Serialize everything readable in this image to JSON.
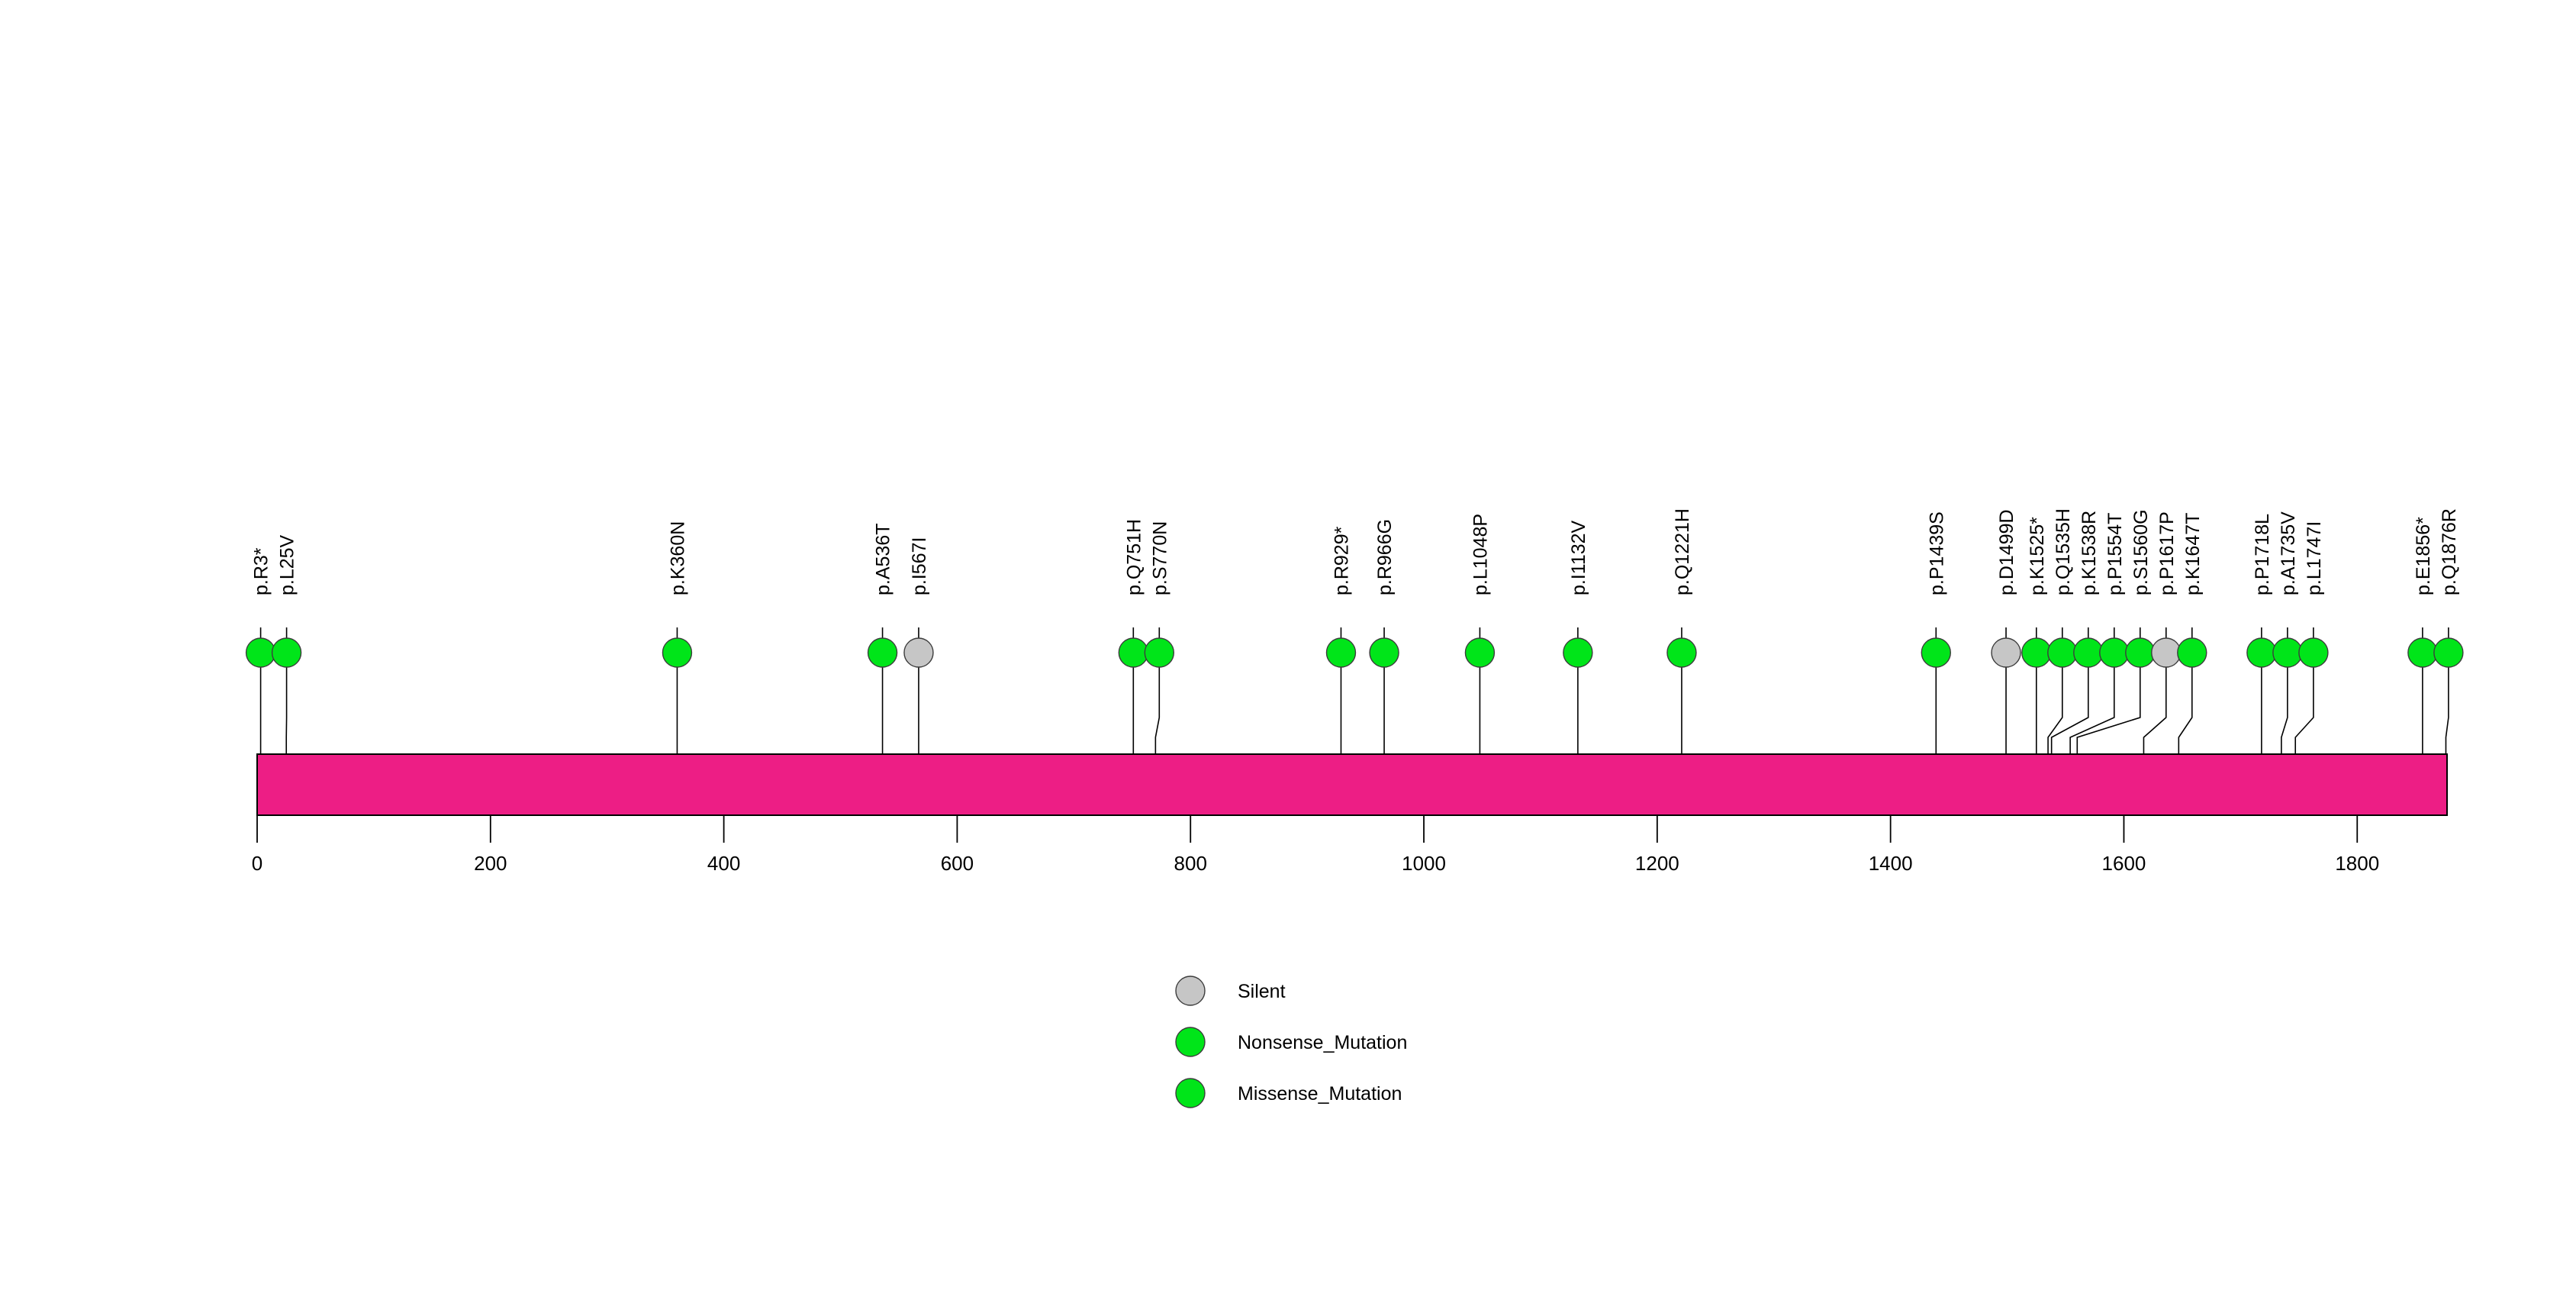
{
  "chart_data": {
    "type": "lollipop",
    "title": "",
    "xlabel": "",
    "ylabel": "",
    "xlim": [
      0,
      1877
    ],
    "grid": false,
    "protein_bar": {
      "start": 0,
      "end": 1877,
      "color": "#ED1E85",
      "border_color": "#000000"
    },
    "axis": {
      "ticks": [
        0,
        200,
        400,
        600,
        800,
        1000,
        1200,
        1400,
        1600,
        1800
      ],
      "tick_labels": [
        "0",
        "200",
        "400",
        "600",
        "800",
        "1000",
        "1200",
        "1400",
        "1600",
        "1800"
      ]
    },
    "colors": {
      "silent": "#C6C6C6",
      "nonsense": "#00E519",
      "missense": "#00E519",
      "bar": "#ED1E85",
      "stem": "#000000"
    },
    "mutations": [
      {
        "label": "p.R3*",
        "position": 3,
        "type": "Nonsense_Mutation",
        "color": "#00E519"
      },
      {
        "label": "p.L25V",
        "position": 25,
        "type": "Missense_Mutation",
        "color": "#00E519"
      },
      {
        "label": "p.K360N",
        "position": 360,
        "type": "Missense_Mutation",
        "color": "#00E519"
      },
      {
        "label": "p.A536T",
        "position": 536,
        "type": "Missense_Mutation",
        "color": "#00E519"
      },
      {
        "label": "p.I567I",
        "position": 567,
        "type": "Silent",
        "color": "#C6C6C6"
      },
      {
        "label": "p.Q751H",
        "position": 751,
        "type": "Missense_Mutation",
        "color": "#00E519"
      },
      {
        "label": "p.S770N",
        "position": 770,
        "type": "Missense_Mutation",
        "color": "#00E519"
      },
      {
        "label": "p.R929*",
        "position": 929,
        "type": "Nonsense_Mutation",
        "color": "#00E519"
      },
      {
        "label": "p.R966G",
        "position": 966,
        "type": "Missense_Mutation",
        "color": "#00E519"
      },
      {
        "label": "p.L1048P",
        "position": 1048,
        "type": "Missense_Mutation",
        "color": "#00E519"
      },
      {
        "label": "p.I1132V",
        "position": 1132,
        "type": "Missense_Mutation",
        "color": "#00E519"
      },
      {
        "label": "p.Q1221H",
        "position": 1221,
        "type": "Missense_Mutation",
        "color": "#00E519"
      },
      {
        "label": "p.P1439S",
        "position": 1439,
        "type": "Missense_Mutation",
        "color": "#00E519"
      },
      {
        "label": "p.D1499D",
        "position": 1499,
        "type": "Silent",
        "color": "#C6C6C6"
      },
      {
        "label": "p.K1525*",
        "position": 1525,
        "type": "Nonsense_Mutation",
        "color": "#00E519"
      },
      {
        "label": "p.Q1535H",
        "position": 1535,
        "type": "Missense_Mutation",
        "color": "#00E519"
      },
      {
        "label": "p.K1538R",
        "position": 1538,
        "type": "Missense_Mutation",
        "color": "#00E519"
      },
      {
        "label": "p.P1554T",
        "position": 1554,
        "type": "Missense_Mutation",
        "color": "#00E519"
      },
      {
        "label": "p.S1560G",
        "position": 1560,
        "type": "Missense_Mutation",
        "color": "#00E519"
      },
      {
        "label": "p.P1617P",
        "position": 1617,
        "type": "Silent",
        "color": "#C6C6C6"
      },
      {
        "label": "p.K1647T",
        "position": 1647,
        "type": "Missense_Mutation",
        "color": "#00E519"
      },
      {
        "label": "p.P1718L",
        "position": 1718,
        "type": "Missense_Mutation",
        "color": "#00E519"
      },
      {
        "label": "p.A1735V",
        "position": 1735,
        "type": "Missense_Mutation",
        "color": "#00E519"
      },
      {
        "label": "p.L1747I",
        "position": 1747,
        "type": "Missense_Mutation",
        "color": "#00E519"
      },
      {
        "label": "p.E1856*",
        "position": 1856,
        "type": "Nonsense_Mutation",
        "color": "#00E519"
      },
      {
        "label": "p.Q1876R",
        "position": 1876,
        "type": "Missense_Mutation",
        "color": "#00E519"
      }
    ],
    "legend": {
      "position": "bottom-center",
      "entries": [
        {
          "label": "Silent",
          "color": "#C6C6C6"
        },
        {
          "label": "Nonsense_Mutation",
          "color": "#00E519"
        },
        {
          "label": "Missense_Mutation",
          "color": "#00E519"
        }
      ]
    }
  }
}
